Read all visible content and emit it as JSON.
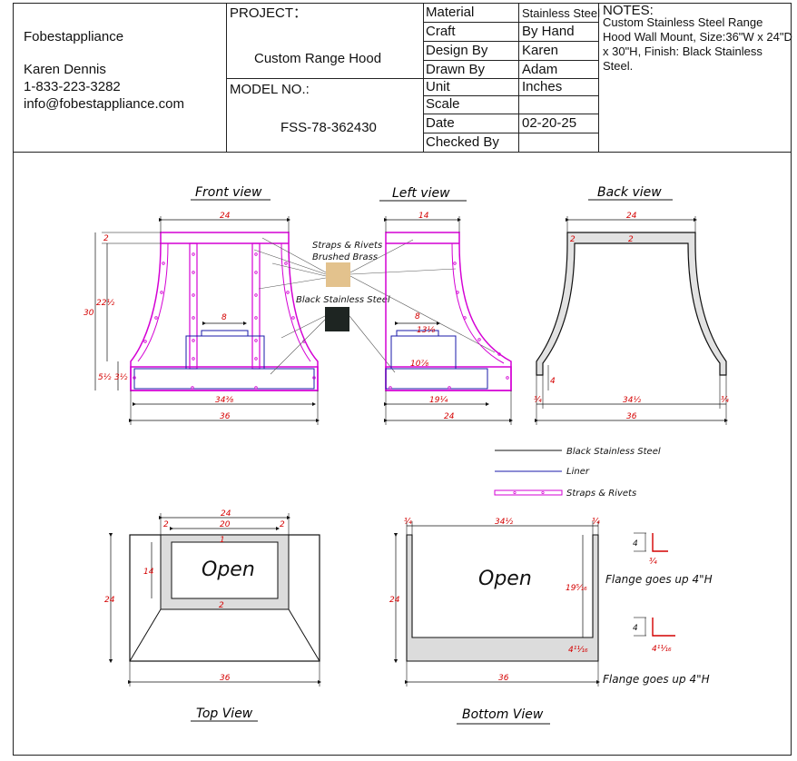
{
  "title_block": {
    "company": "Fobestappliance",
    "contact_name": "Karen Dennis",
    "phone": "1-833-223-3282",
    "email": "info@fobestappliance.com",
    "project_label": "PROJECT：",
    "project_value": "Custom Range Hood",
    "model_label": "MODEL NO.:",
    "model_value": "FSS-78-362430",
    "rows": [
      {
        "label": "Material",
        "value": "Stainless Steel"
      },
      {
        "label": "Craft",
        "value": "By Hand"
      },
      {
        "label": "Design By",
        "value": "Karen"
      },
      {
        "label": "Drawn By",
        "value": "Adam"
      },
      {
        "label": "Unit",
        "value": "Inches"
      },
      {
        "label": "Scale",
        "value": ""
      },
      {
        "label": "Date",
        "value": "02-20-25"
      },
      {
        "label": "Checked By",
        "value": ""
      }
    ],
    "notes_label": "NOTES:",
    "notes_text": "Custom Stainless Steel Range Hood Wall Mount, Size:36\"W x 24\"D x 30\"H, Finish:  Black Stainless Steel."
  },
  "views": {
    "front": "Front view",
    "left": "Left view",
    "back": "Back view",
    "top": "Top View",
    "bottom": "Bottom View"
  },
  "callouts": {
    "straps_line1": "Straps & Rivets",
    "straps_line2": "Brushed Brass",
    "black_ss": "Black Stainless Steel"
  },
  "swatches": {
    "brass": "#e3c28d",
    "black_ss": "#1e2522"
  },
  "legend": [
    {
      "label": "Black Stainless Steel",
      "color": "#111111"
    },
    {
      "label": "Liner",
      "color": "#1a1aa8"
    },
    {
      "label": "Straps & Rivets",
      "color": "#d400d4"
    }
  ],
  "front_dims": {
    "width_top": "24",
    "strap_top": "2",
    "height": "30",
    "curve": "22½",
    "liner_w": "8",
    "base_h1": "5½",
    "base_h2": "3½",
    "base_inner": "34⅜",
    "width": "36"
  },
  "left_dims": {
    "top": "14",
    "liner_w": "8",
    "liner_a": "13⅛",
    "liner_b": "10⅞",
    "base_inner": "19¼",
    "width": "24"
  },
  "back_dims": {
    "top": "24",
    "wall_l": "2",
    "wall_r": "2",
    "flange": "4",
    "leg_l": "¾",
    "inner": "34½",
    "leg_r": "¾",
    "width": "36"
  },
  "top_dims": {
    "outer": "24",
    "inner": "20",
    "side_l": "2",
    "side_r": "2",
    "tab_top": "1",
    "open_h": "14",
    "tab_bot": "2",
    "depth": "24",
    "width": "36",
    "open_label": "Open"
  },
  "bottom_dims": {
    "leg_l": "¾",
    "inner": "34½",
    "leg_r": "¾",
    "depth": "24",
    "open_label": "Open",
    "side_h": "19⁵⁄₁₆",
    "base_h": "4¹¹⁄₁₆",
    "width": "36",
    "flange1_h": "4",
    "flange1_t": "¾",
    "flange2_h": "4",
    "flange2_t": "4¹¹⁄₁₆",
    "flange_note": "Flange goes up 4\"H"
  }
}
